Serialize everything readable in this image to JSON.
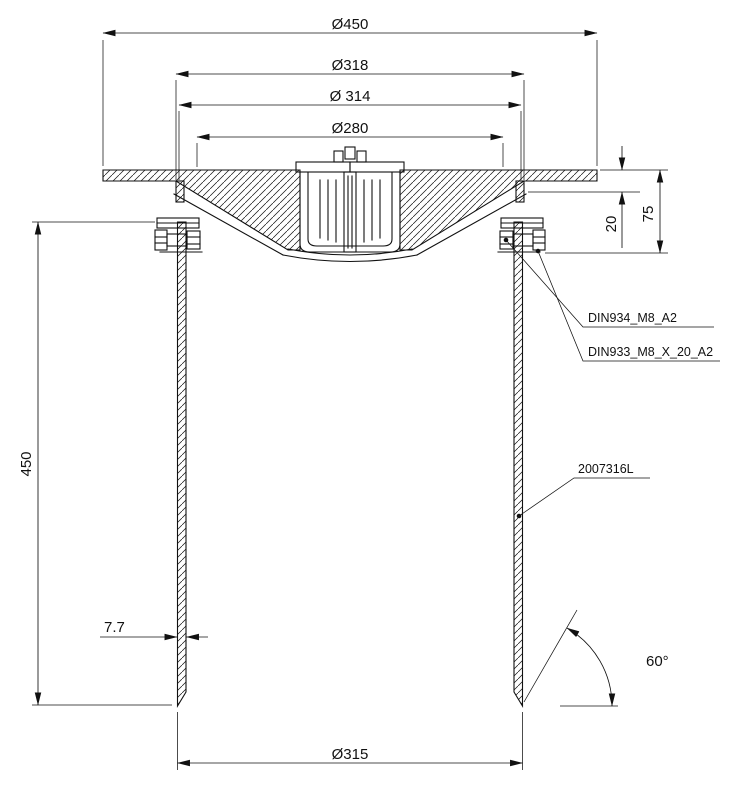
{
  "drawing": {
    "background": "#ffffff",
    "line_color": "#111111",
    "dimensions": {
      "outer_flange_diameter": "Ø450",
      "funnel_outer_diameter": "Ø318",
      "funnel_inner_diameter": "Ø 314",
      "opening_diameter": "Ø280",
      "funnel_depth": "75",
      "flange_thickness": "20",
      "barrel_height": "450",
      "wall_thickness": "7.7",
      "bevel_angle": "60°",
      "barrel_diameter": "Ø315"
    },
    "labels": {
      "nut_spec": "DIN934_M8_A2",
      "bolt_spec": "DIN933_M8_X_20_A2",
      "part_number": "2007316L"
    }
  }
}
